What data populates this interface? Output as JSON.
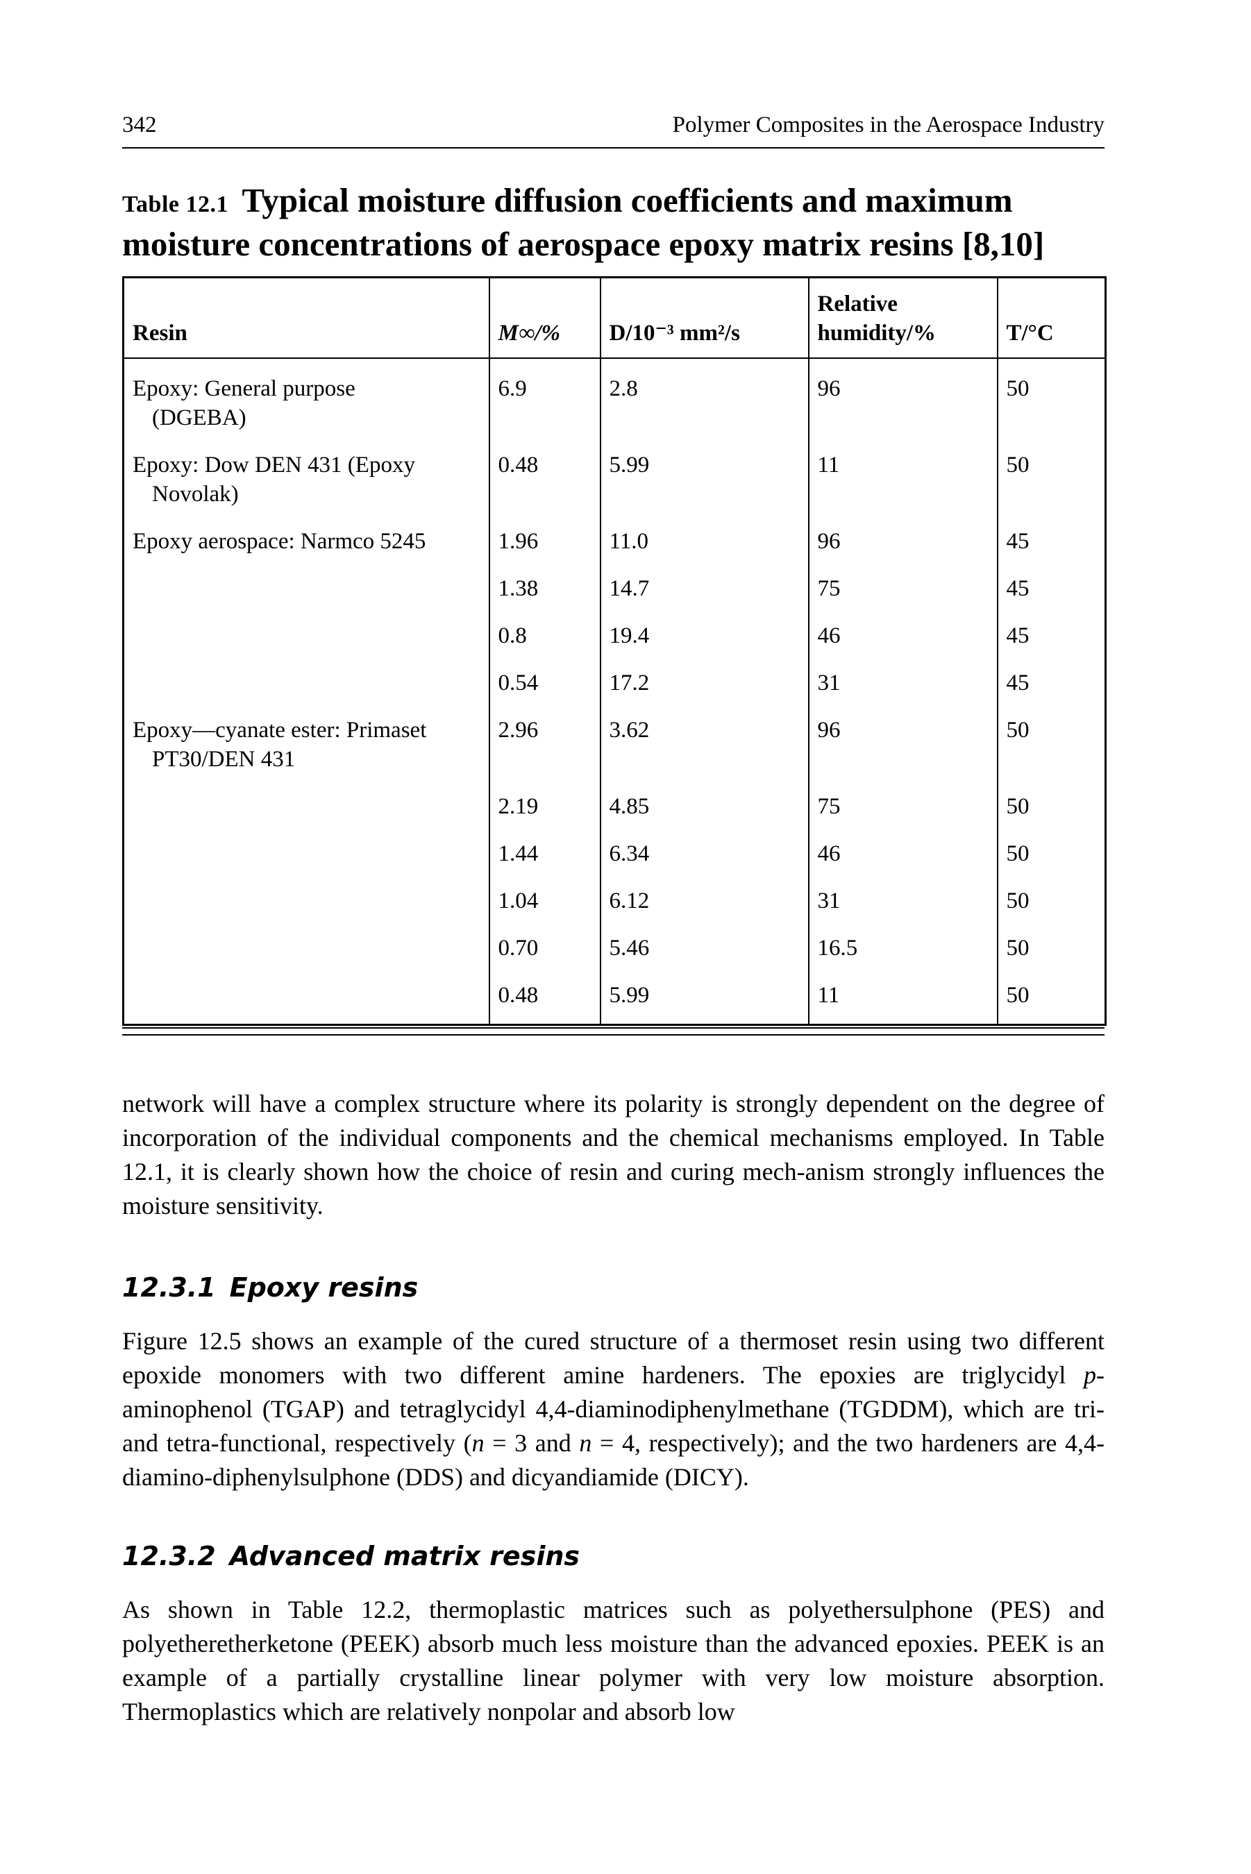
{
  "running_head": {
    "page_number": "342",
    "book_title": "Polymer Composites in the Aerospace Industry"
  },
  "table": {
    "label": "Table 12.1",
    "title": "Typical moisture diffusion coefficients and maximum moisture concentrations of aerospace epoxy matrix resins [8,10]",
    "headers": {
      "resin": "Resin",
      "m_inf": "M∞/%",
      "d": "D/10⁻³ mm²/s",
      "rh_line1": "Relative",
      "rh_line2": "humidity/%",
      "temp": "T/°C"
    },
    "rows": [
      {
        "resin1": "Epoxy: General purpose",
        "resin2": "(DGEBA)",
        "m": "6.9",
        "d": "2.8",
        "rh": "96",
        "t": "50"
      },
      {
        "resin1": "Epoxy: Dow DEN 431 (Epoxy",
        "resin2": "Novolak)",
        "m": "0.48",
        "d": "5.99",
        "rh": "11",
        "t": "50"
      },
      {
        "resin1": "Epoxy aerospace: Narmco 5245",
        "resin2": "",
        "m": "1.96",
        "d": "11.0",
        "rh": "96",
        "t": "45"
      },
      {
        "resin1": "",
        "resin2": "",
        "m": "1.38",
        "d": "14.7",
        "rh": "75",
        "t": "45"
      },
      {
        "resin1": "",
        "resin2": "",
        "m": "0.8",
        "d": "19.4",
        "rh": "46",
        "t": "45"
      },
      {
        "resin1": "",
        "resin2": "",
        "m": "0.54",
        "d": "17.2",
        "rh": "31",
        "t": "45"
      },
      {
        "resin1": "Epoxy—cyanate ester: Primaset",
        "resin2": "PT30/DEN 431",
        "m": "2.96",
        "d": "3.62",
        "rh": "96",
        "t": "50"
      },
      {
        "resin1": "",
        "resin2": "",
        "m": "2.19",
        "d": "4.85",
        "rh": "75",
        "t": "50"
      },
      {
        "resin1": "",
        "resin2": "",
        "m": "1.44",
        "d": "6.34",
        "rh": "46",
        "t": "50"
      },
      {
        "resin1": "",
        "resin2": "",
        "m": "1.04",
        "d": "6.12",
        "rh": "31",
        "t": "50"
      },
      {
        "resin1": "",
        "resin2": "",
        "m": "0.70",
        "d": "5.46",
        "rh": "16.5",
        "t": "50"
      },
      {
        "resin1": "",
        "resin2": "",
        "m": "0.48",
        "d": "5.99",
        "rh": "11",
        "t": "50"
      }
    ]
  },
  "paragraph_1": "network will have a complex structure where its polarity is strongly dependent on the degree of incorporation of the individual components and the chemical mechanisms employed. In Table 12.1, it is clearly shown how the choice of resin and curing mech-anism strongly influences the moisture sensitivity.",
  "section_1": {
    "number": "12.3.1",
    "title": "Epoxy resins"
  },
  "paragraph_2": {
    "part_a": "Figure 12.5 shows an example of the cured structure of a thermoset resin using two different epoxide monomers with two different amine hardeners. The epoxies are triglycidyl ",
    "italic_p": "p",
    "part_b": "-aminophenol (TGAP) and tetraglycidyl 4,4-diaminodiphenylmethane (TGDDM), which are tri- and tetra-functional, respectively (",
    "n1": "n",
    "eq1": " = 3 and ",
    "n2": "n",
    "eq2": " = 4, respectively); and the two hardeners are 4,4-diamino-diphenylsulphone (DDS) and dicyandiamide (DICY)."
  },
  "section_2": {
    "number": "12.3.2",
    "title": "Advanced matrix resins"
  },
  "paragraph_3": "As shown in Table 12.2, thermoplastic matrices such as polyethersulphone (PES) and polyetheretherketone (PEEK) absorb much less moisture than the advanced epoxies. PEEK is an example of a partially crystalline linear polymer with very low moisture absorption. Thermoplastics which are relatively nonpolar and absorb low"
}
